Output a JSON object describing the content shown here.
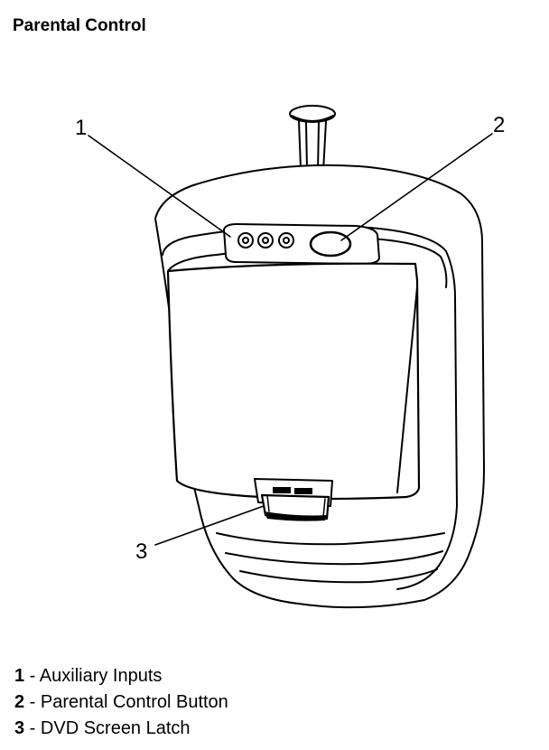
{
  "title": "Parental Control",
  "callouts": [
    "1",
    "2",
    "3"
  ],
  "legend": [
    {
      "num": "1",
      "sep": " - ",
      "text": "Auxiliary Inputs"
    },
    {
      "num": "2",
      "sep": " - ",
      "text": "Parental Control Button"
    },
    {
      "num": "3",
      "sep": " - ",
      "text": "DVD Screen Latch"
    }
  ]
}
